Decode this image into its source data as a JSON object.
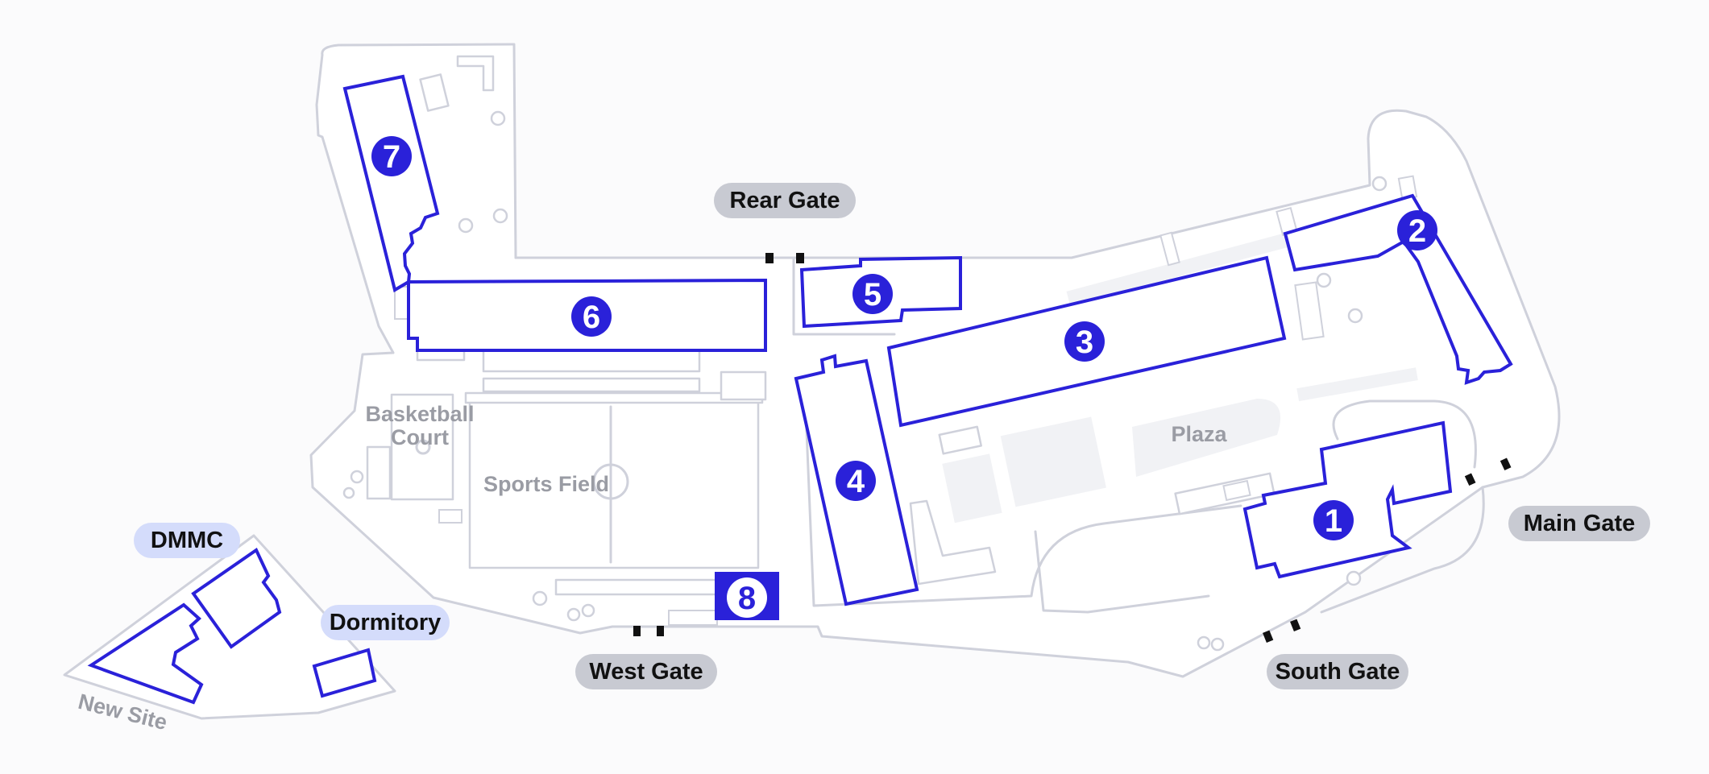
{
  "map": {
    "gates": {
      "rear": "Rear Gate",
      "main": "Main Gate",
      "south": "South Gate",
      "west": "West Gate"
    },
    "areas": {
      "plaza": "Plaza",
      "sports_field": "Sports Field",
      "basketball_line1": "Basketball",
      "basketball_line2": "Court",
      "new_site": "New Site"
    },
    "sites": {
      "dmmc": "DMMC",
      "dormitory": "Dormitory"
    },
    "buildings": [
      "1",
      "2",
      "3",
      "4",
      "5",
      "6",
      "7",
      "8"
    ],
    "colors": {
      "building_outline": "#2a21d9",
      "badge": "#2a21d9",
      "gate_pill": "#c8cad2",
      "site_pill": "#d4dcfb",
      "campus_outline": "#cfd1db"
    }
  }
}
